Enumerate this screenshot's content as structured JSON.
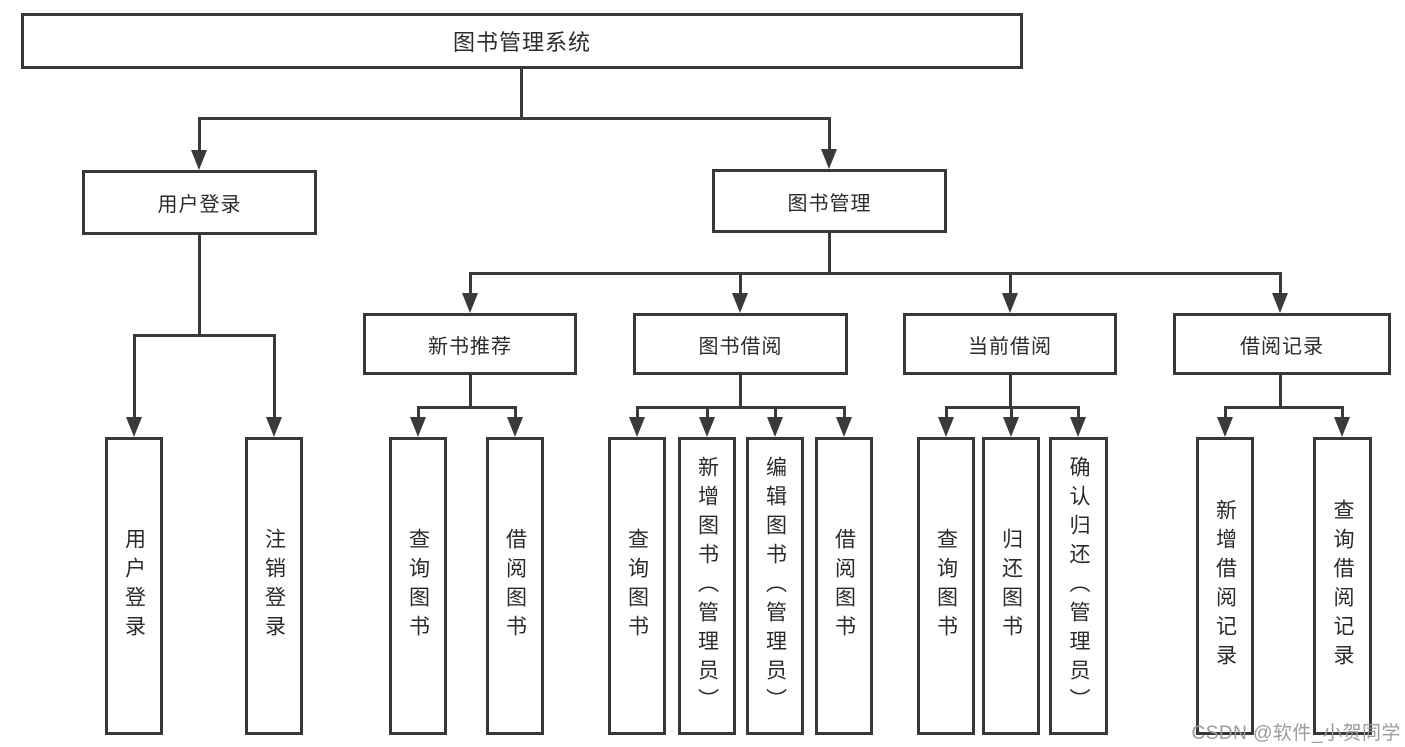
{
  "diagram": {
    "title_node": {
      "label": "图书管理系统"
    },
    "level2": [
      {
        "label": "用户登录"
      },
      {
        "label": "图书管理"
      }
    ],
    "level3": [
      {
        "label": "新书推荐"
      },
      {
        "label": "图书借阅"
      },
      {
        "label": "当前借阅"
      },
      {
        "label": "借阅记录"
      }
    ],
    "leaves": {
      "login": [
        {
          "label": "用户登录"
        },
        {
          "label": "注销登录"
        }
      ],
      "recommend": [
        {
          "label": "查询图书"
        },
        {
          "label": "借阅图书"
        }
      ],
      "borrow": [
        {
          "label": "查询图书"
        },
        {
          "label": "新增图书（管理员）"
        },
        {
          "label": "编辑图书（管理员）"
        },
        {
          "label": "借阅图书"
        }
      ],
      "current": [
        {
          "label": "查询图书"
        },
        {
          "label": "归还图书"
        },
        {
          "label": "确认归还（管理员）"
        }
      ],
      "records": [
        {
          "label": "新增借阅记录"
        },
        {
          "label": "查询借阅记录"
        }
      ]
    },
    "watermark": "CSDN @软件_小贺同学",
    "colors": {
      "line": "#3a3a3a",
      "border": "#383838",
      "text": "#2b2b2b",
      "watermark": "#9b9ba0",
      "background": "#ffffff"
    }
  }
}
